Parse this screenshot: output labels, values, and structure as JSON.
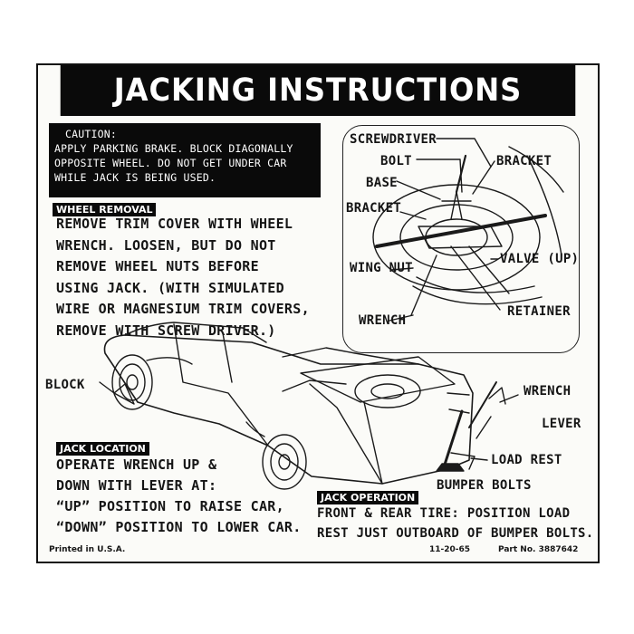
{
  "title": "JACKING INSTRUCTIONS",
  "caution": {
    "heading": "CAUTION:",
    "lines": [
      "APPLY PARKING BRAKE. BLOCK DIAGONALLY",
      "OPPOSITE WHEEL. DO NOT GET UNDER CAR",
      "WHILE JACK IS BEING USED."
    ]
  },
  "wheel_removal": {
    "heading": "WHEEL REMOVAL",
    "lines": [
      "REMOVE TRIM COVER WITH WHEEL",
      "WRENCH. LOOSEN, BUT DO NOT",
      "REMOVE WHEEL NUTS BEFORE",
      "USING JACK. (WITH SIMULATED",
      "WIRE OR MAGNESIUM TRIM COVERS,",
      "REMOVE WITH SCREW DRIVER.)"
    ]
  },
  "jack_location": {
    "heading": "JACK LOCATION",
    "lines": [
      "OPERATE WRENCH UP &",
      "DOWN WITH LEVER AT:",
      "“UP” POSITION TO RAISE CAR,",
      "“DOWN” POSITION TO LOWER CAR."
    ]
  },
  "jack_operation": {
    "heading": "JACK OPERATION",
    "lines": [
      "FRONT & REAR TIRE: POSITION LOAD",
      "REST JUST OUTBOARD OF BUMPER BOLTS."
    ]
  },
  "inset_labels": {
    "screwdriver": "SCREWDRIVER",
    "bolt": "BOLT",
    "base": "BASE",
    "bracket_left": "BRACKET",
    "bracket_right": "BRACKET",
    "wing_nut": "WING NUT",
    "valve": "VALVE (UP)",
    "retainer": "RETAINER",
    "wrench": "WRENCH"
  },
  "car_labels": {
    "block": "BLOCK",
    "wrench": "WRENCH",
    "lever": "LEVER",
    "load_rest": "LOAD REST",
    "bumper_bolts": "BUMPER BOLTS"
  },
  "footer": {
    "printed": "Printed in U.S.A.",
    "date": "11-20-65",
    "part": "Part No. 3887642"
  }
}
